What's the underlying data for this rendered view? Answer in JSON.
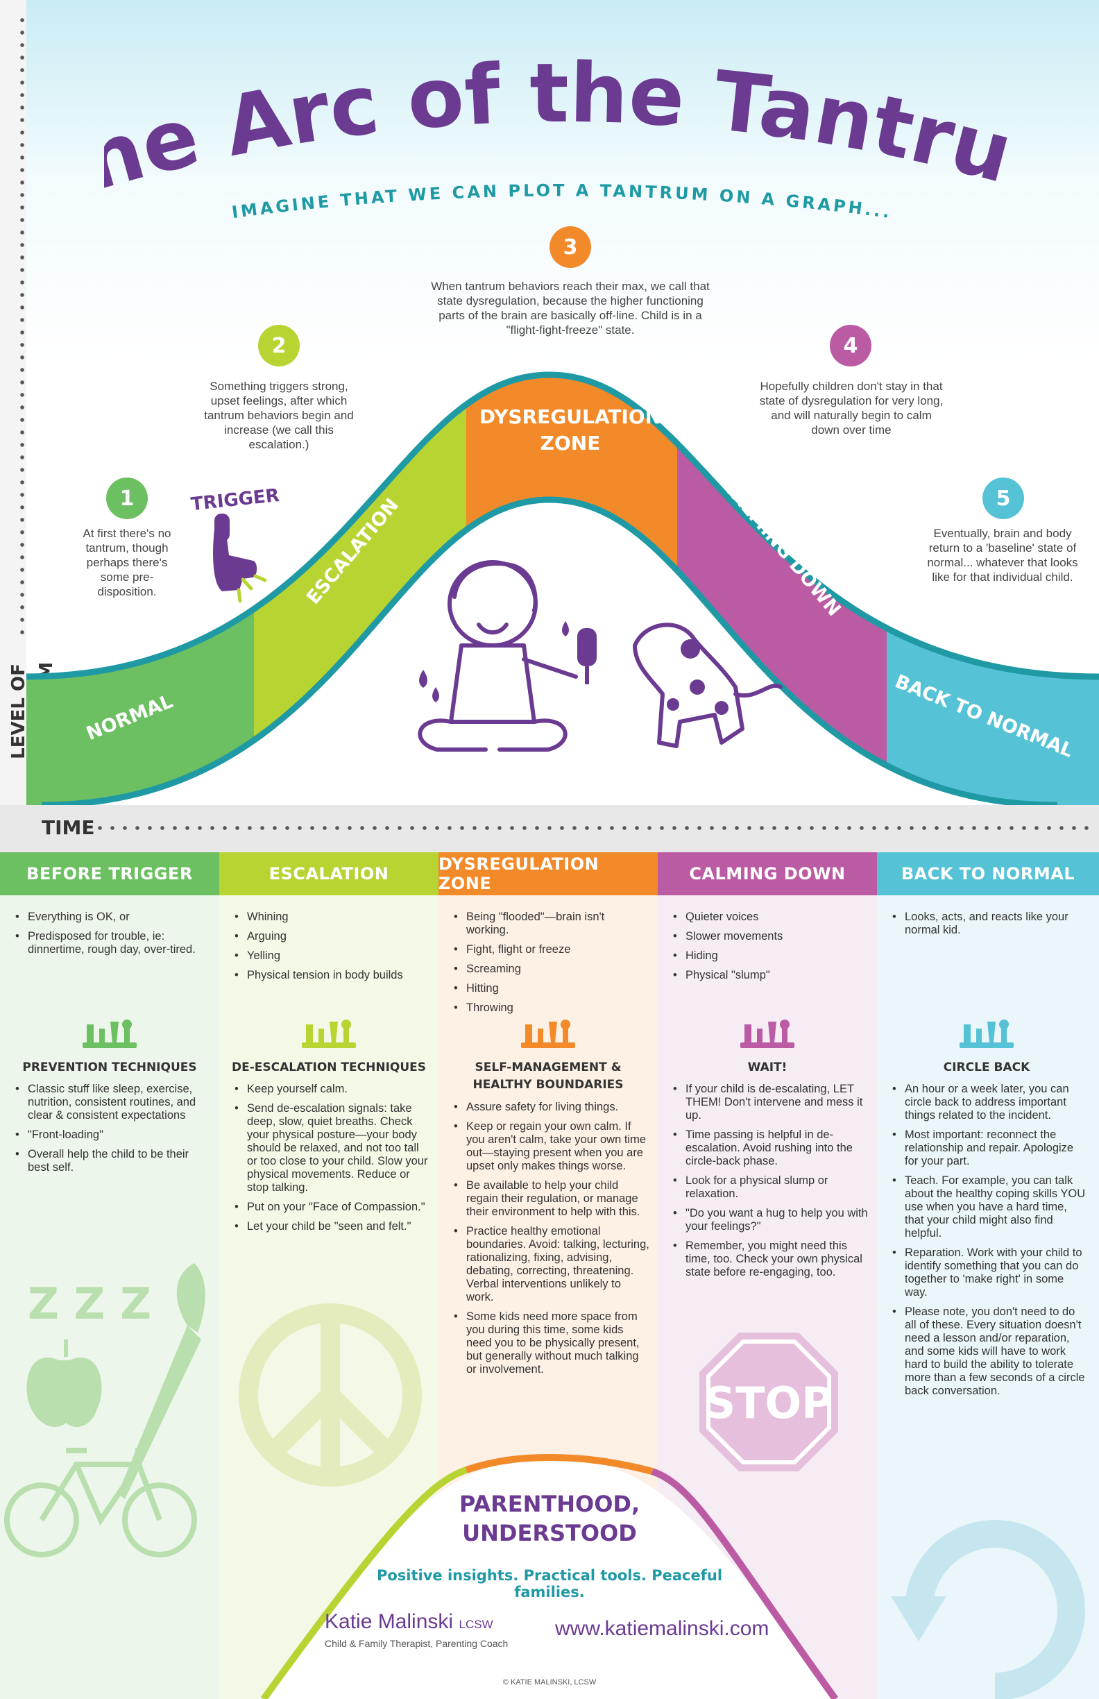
{
  "title": "The Arc of the Tantrum",
  "subtitle": "IMAGINE THAT WE CAN PLOT A TANTRUM ON A GRAPH...",
  "axes": {
    "y_label": "LEVEL OF TANTRUM",
    "x_label": "TIME"
  },
  "trigger_label": "TRIGGER",
  "zones": [
    "NORMAL",
    "ESCALATION",
    "DYSREGULATION ZONE",
    "CALMING DOWN",
    "BACK TO NORMAL"
  ],
  "steps": [
    {
      "number": "1",
      "text": "At first there's no tantrum, though perhaps there's some pre-disposition."
    },
    {
      "number": "2",
      "text": "Something triggers strong, upset feelings, after which tantrum behaviors begin and increase (we call this escalation.)"
    },
    {
      "number": "3",
      "text": "When tantrum behaviors reach their max, we call that state dysregulation, because the higher functioning parts of the brain are basically off-line. Child is in a \"flight-fight-freeze\" state."
    },
    {
      "number": "4",
      "text": "Hopefully children don't stay in that state of dysregulation for very long, and will naturally begin to calm down over time"
    },
    {
      "number": "5",
      "text": "Eventually, brain and body return to a 'baseline' state of normal... whatever that looks like for that individual child."
    }
  ],
  "columns": [
    {
      "header": "BEFORE TRIGGER",
      "behaviors": [
        "Everything is OK, or",
        "Predisposed for trouble, ie: dinnertime, rough day, over-tired."
      ],
      "technique_title": "PREVENTION TECHNIQUES",
      "techniques": [
        "Classic stuff like sleep, exercise, nutrition, consistent routines, and clear & consistent expectations",
        "\"Front-loading\"",
        "Overall help the child to be their best self."
      ]
    },
    {
      "header": "ESCALATION",
      "behaviors": [
        "Whining",
        "Arguing",
        "Yelling",
        "Physical tension in body builds"
      ],
      "technique_title": "DE-ESCALATION TECHNIQUES",
      "techniques": [
        "Keep yourself calm.",
        "Send de-escalation signals: take deep, slow, quiet breaths. Check your physical posture—your body should be relaxed, and not too tall or too close to your child. Slow your physical movements. Reduce or stop talking.",
        "Put on your \"Face of Compassion.\"",
        "Let your child be \"seen and felt.\""
      ]
    },
    {
      "header": "DYSREGULATION ZONE",
      "behaviors": [
        "Being \"flooded\"—brain isn't working.",
        "Fight, flight or freeze",
        "Screaming",
        "Hitting",
        "Throwing"
      ],
      "technique_title": "SELF-MANAGEMENT & HEALTHY BOUNDARIES",
      "techniques": [
        "Assure safety for living things.",
        "Keep or regain your own calm. If you aren't calm, take your own time out—staying present when you are upset only makes things worse.",
        "Be available to help your child regain their regulation, or manage their environment to help with this.",
        "Practice healthy emotional boundaries. Avoid: talking, lecturing, rationalizing, fixing, advising, debating, correcting, threatening. Verbal interventions unlikely to work.",
        "Some kids need more space from you during this time, some kids need you to be physically present, but generally without much talking or involvement."
      ]
    },
    {
      "header": "CALMING DOWN",
      "behaviors": [
        "Quieter voices",
        "Slower movements",
        "Hiding",
        "Physical \"slump\""
      ],
      "technique_title": "WAIT!",
      "techniques": [
        "If your child is de-escalating, LET THEM! Don't intervene and mess it up.",
        "Time passing is helpful in de-escalation. Avoid rushing into the circle-back phase.",
        "Look for a physical slump or relaxation.",
        "\"Do you want a hug to help you with your feelings?\"",
        "Remember, you might need this time, too. Check your own physical state before re-engaging, too."
      ]
    },
    {
      "header": "BACK TO NORMAL",
      "behaviors": [
        "Looks, acts, and reacts like your normal kid."
      ],
      "technique_title": "CIRCLE BACK",
      "techniques": [
        "An hour or a week later, you can circle back to address important things related to the incident.",
        "Most important: reconnect the relationship and repair. Apologize for your part.",
        "Teach. For example, you can talk about the healthy coping skills YOU use when you have a hard time, that your child might also find helpful.",
        "Reparation. Work with your child to identify something that you can do together to 'make right' in some way.",
        "Please note, you don't need to do all of these. Every situation doesn't need a lesson and/or reparation, and some kids will have to work hard to build the ability to tolerate more than a few seconds of a circle back conversation."
      ]
    }
  ],
  "stop_sign_text": "STOP",
  "sleep_text": "Z Z Z",
  "footer": {
    "brand_line1": "PARENTHOOD,",
    "brand_line2": "UNDERSTOOD",
    "tagline": "Positive insights. Practical tools. Peaceful families.",
    "author": "Katie Malinski",
    "credentials": "LCSW",
    "author_title": "Child & Family Therapist, Parenting Coach",
    "website": "www.katiemalinski.com",
    "copyright": "© KATIE MALINSKI, LCSW"
  },
  "colors": {
    "purple": "#6b3a91",
    "teal": "#1f9aa4",
    "green": "#6cc061",
    "lime": "#b7d433",
    "orange": "#f28a2a",
    "magenta": "#bb5ba3",
    "cyan": "#56c2d6"
  },
  "icons": [
    "tools-icon",
    "apple-icon",
    "carrot-icon",
    "bicycle-icon",
    "peace-sign-icon",
    "stop-sign-icon",
    "circular-arrow-icon",
    "pointing-hand-icon",
    "child-icon",
    "dog-icon"
  ]
}
